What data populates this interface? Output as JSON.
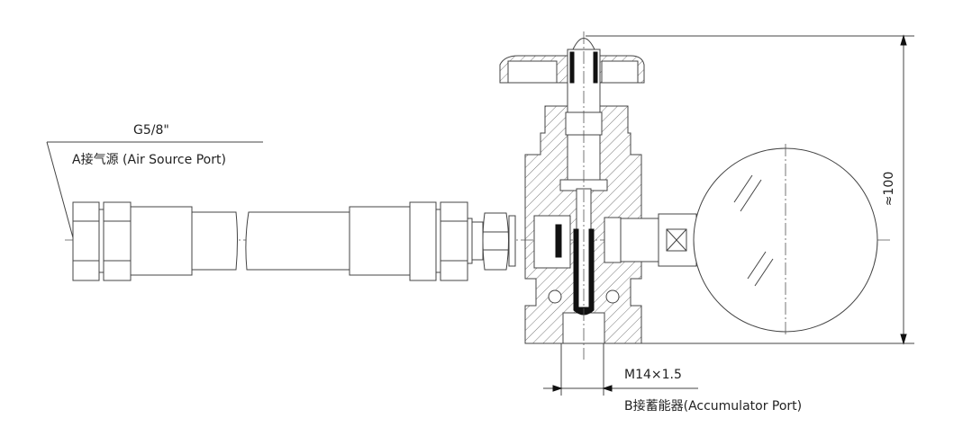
{
  "labels": {
    "thread_a": "G5/8\"",
    "port_a": "A接气源 (Air Source Port)",
    "thread_b": "M14×1.5",
    "port_b": "B接蓄能器(Accumulator Port)",
    "height_dim": "≈100"
  }
}
